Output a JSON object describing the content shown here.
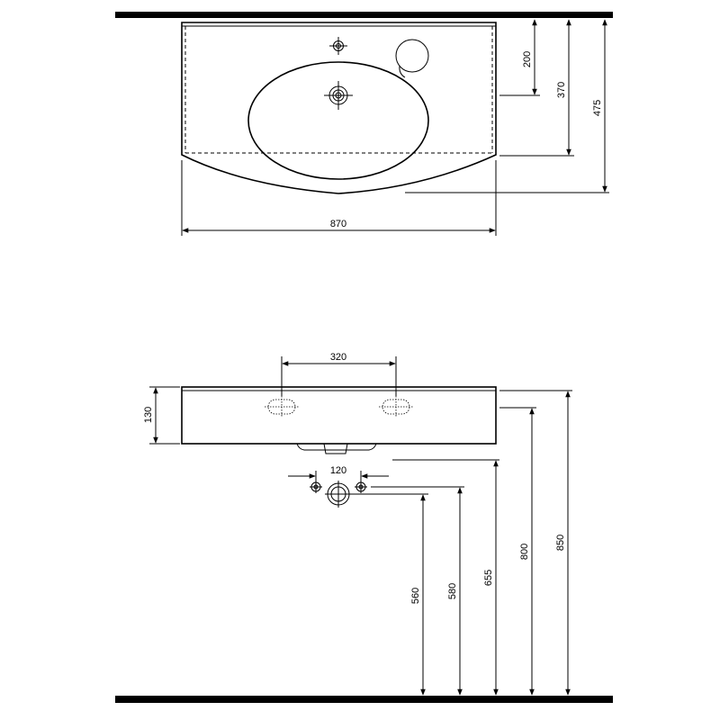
{
  "top_view": {
    "width_dim": "870",
    "dims_right": [
      "200",
      "370",
      "475"
    ]
  },
  "front_view": {
    "height_dim": "130",
    "spacing_dim": "320",
    "valve_spacing_dim": "120",
    "dims_right": [
      "560",
      "580",
      "655",
      "800",
      "850"
    ]
  }
}
